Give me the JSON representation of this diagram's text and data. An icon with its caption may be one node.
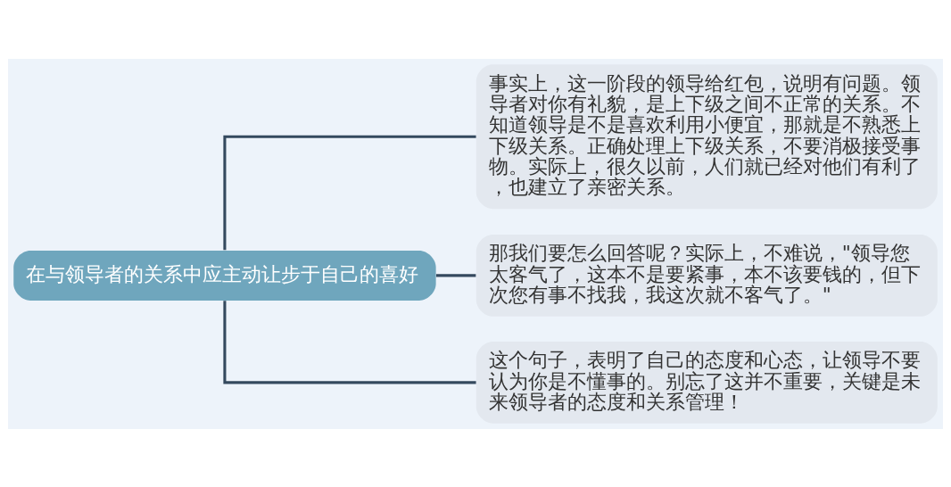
{
  "diagram": {
    "nodes": [
      {
        "text": [
          "在与领导者的关系中应主动让步于自己的喜好"
        ]
      },
      {
        "text": [
          "事实上，这一阶段的领导给红包，说明有问题。领导者对你有礼貌，是上下级之间不正常的关系。不知道领导是不是喜欢利用小便宜，那就是不熟悉上下级关系。正确处理上下级关系，不要消极接受事物。实际上，很久以前，人们就已经对他们有利了，也建立了亲密关系。"
        ]
      },
      {
        "text": [
          "那我们要怎么回答呢？实际上，不难说，\"领导您太客气了，这本不是要紧事，本不该要钱的，但下次您有事不找我，我这次就不客气了。\""
        ]
      },
      {
        "text": [
          "这个句子，表明了自己的态度和心态，让领导不要认为你是不懂事的。别忘了这并不重要，关键是未来领导者的态度和关系管理！"
        ]
      }
    ],
    "edges": [
      {
        "from": 0,
        "to": 1,
        "arrow": "none"
      },
      {
        "from": 0,
        "to": 2,
        "arrow": "none"
      },
      {
        "from": 0,
        "to": 3,
        "arrow": "none"
      }
    ]
  }
}
